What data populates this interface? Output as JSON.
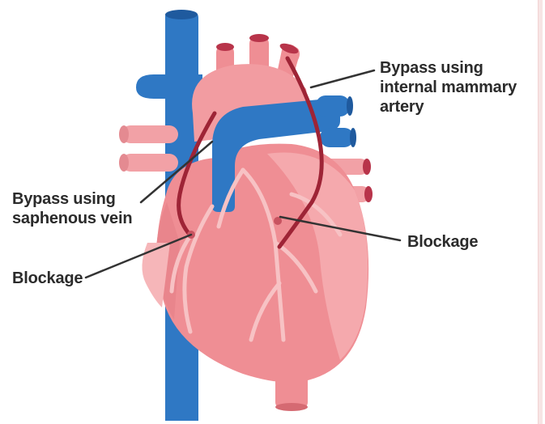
{
  "labels": {
    "internal_mammary": [
      "Bypass using",
      "internal mammary",
      "artery"
    ],
    "saphenous": [
      "Bypass using",
      "saphenous vein"
    ],
    "blockage_right": "Blockage",
    "blockage_left": "Blockage"
  },
  "colors": {
    "heart_main": "#ef8e94",
    "heart_light": "#f6aeb2",
    "heart_dark": "#d56a72",
    "vessel_blue": "#2f78c4",
    "vessel_blue_dark": "#1f5a9e",
    "graft": "#9e2436",
    "leader": "#333333"
  }
}
